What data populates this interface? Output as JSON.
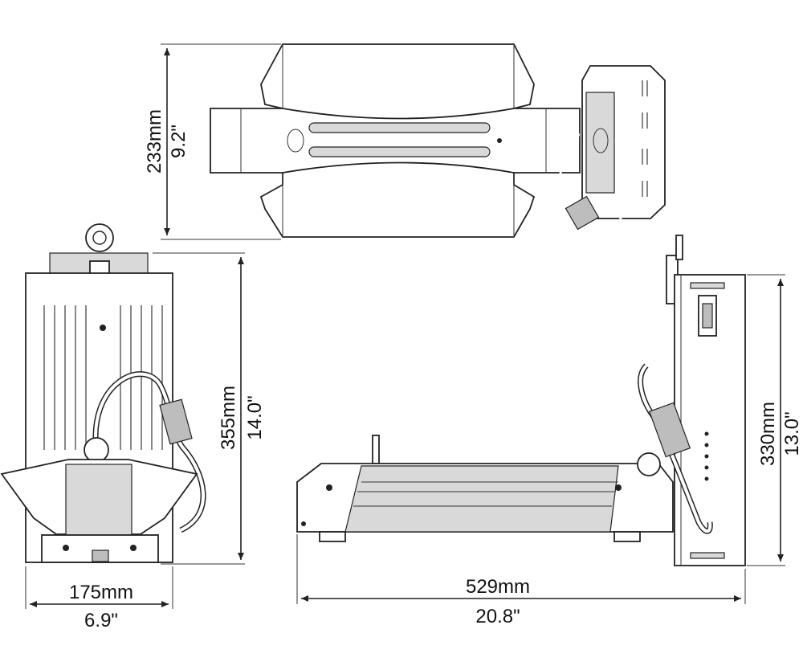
{
  "dimensions": {
    "top_height": {
      "mm": "233mm",
      "inch": "9.2\""
    },
    "left_height": {
      "mm": "355mm",
      "inch": "14.0\""
    },
    "left_width": {
      "mm": "175mm",
      "inch": "6.9\""
    },
    "bottom_width": {
      "mm": "529mm",
      "inch": "20.8\""
    },
    "right_height": {
      "mm": "330mm",
      "inch": "13.0\""
    }
  }
}
